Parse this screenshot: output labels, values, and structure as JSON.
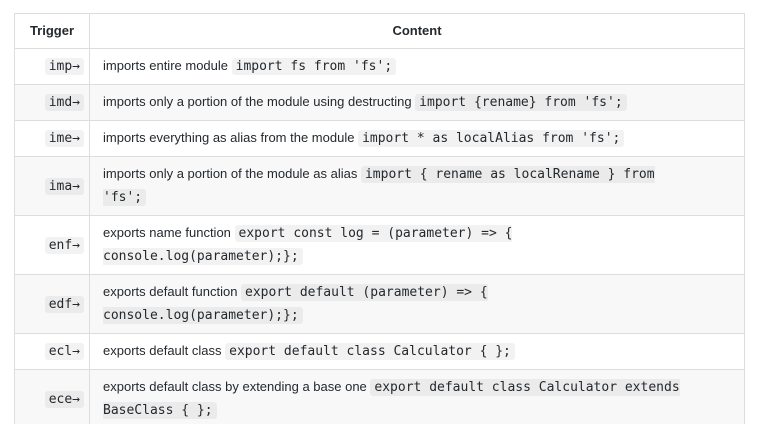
{
  "table": {
    "colors": {
      "text": "#24292e",
      "border": "#dddddd",
      "row_stripe": "#f8f8f8",
      "code_chip_bg": "#f3f3f3",
      "page_bg": "#ffffff"
    },
    "columns": [
      {
        "label": "Trigger"
      },
      {
        "label": "Content"
      }
    ],
    "rows": [
      {
        "trigger": "imp→",
        "content": [
          {
            "t": "text",
            "v": "imports entire module "
          },
          {
            "t": "code",
            "v": "import fs from 'fs';"
          }
        ]
      },
      {
        "trigger": "imd→",
        "content": [
          {
            "t": "text",
            "v": "imports only a portion of the module using destructing "
          },
          {
            "t": "code",
            "v": "import {rename} from 'fs';"
          }
        ]
      },
      {
        "trigger": "ime→",
        "content": [
          {
            "t": "text",
            "v": "imports everything as alias from the module "
          },
          {
            "t": "code",
            "v": "import * as localAlias from 'fs';"
          }
        ]
      },
      {
        "trigger": "ima→",
        "content": [
          {
            "t": "text",
            "v": "imports only a portion of the module as alias "
          },
          {
            "t": "code",
            "v": "import { rename as localRename } from\n'fs';"
          }
        ]
      },
      {
        "trigger": "enf→",
        "content": [
          {
            "t": "text",
            "v": "exports name function "
          },
          {
            "t": "code",
            "v": "export const log = (parameter) => {\nconsole.log(parameter);};"
          }
        ]
      },
      {
        "trigger": "edf→",
        "content": [
          {
            "t": "text",
            "v": "exports default function "
          },
          {
            "t": "code",
            "v": "export default (parameter) => {\nconsole.log(parameter);};"
          }
        ]
      },
      {
        "trigger": "ecl→",
        "content": [
          {
            "t": "text",
            "v": "exports default class "
          },
          {
            "t": "code",
            "v": "export default class Calculator { };"
          }
        ]
      },
      {
        "trigger": "ece→",
        "content": [
          {
            "t": "text",
            "v": "exports default class by extending a base one "
          },
          {
            "t": "code",
            "v": "export default class Calculator extends\nBaseClass { };"
          }
        ]
      }
    ]
  }
}
